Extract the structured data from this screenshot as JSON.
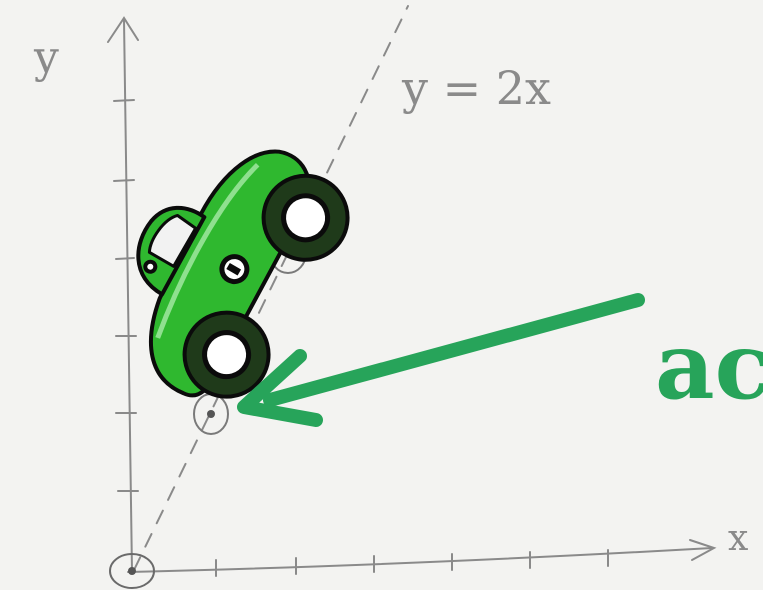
{
  "labels": {
    "y_axis": "y",
    "x_axis": "x",
    "line_equation": "y = 2x",
    "callout_word": "ac"
  },
  "colors": {
    "paper": "#f3f3f1",
    "pencil": "#8a8a8a",
    "arrow": "#27a45a",
    "car_body": "#2fb82f",
    "car_outline": "#0b0b0b",
    "wheel": "#1f3a1a"
  },
  "icons": {
    "car": "race-car-icon",
    "arrow": "arrow-left-icon"
  }
}
